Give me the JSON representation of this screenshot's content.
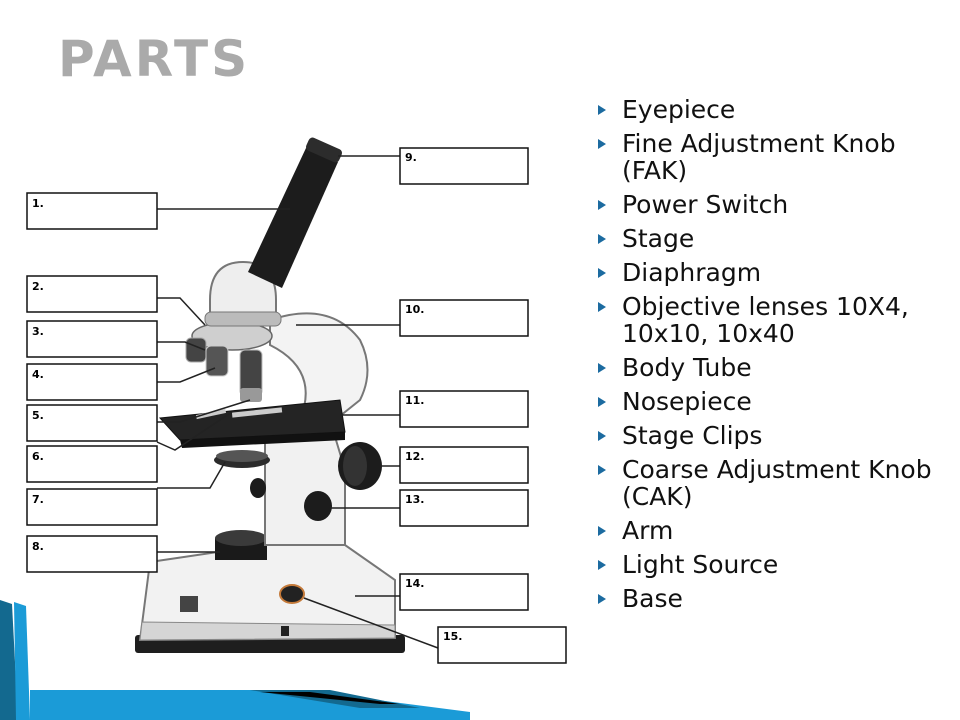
{
  "title": "PARTS",
  "colors": {
    "title": "#aaaaaa",
    "bullet": "#1c6ba0",
    "accent_bar": "#1b9bd7",
    "accent_bar_dark": "#13698f"
  },
  "label_boxes": [
    "1.",
    "2.",
    "3.",
    "4.",
    "5.",
    "6.",
    "7.",
    "8.",
    "9.",
    "10.",
    "11.",
    "12.",
    "13.",
    "14.",
    "15."
  ],
  "parts": [
    "Eyepiece",
    "Fine Adjustment Knob (FAK)",
    "Power Switch",
    "Stage",
    "Diaphragm",
    "Objective lenses 10X4, 10x10, 10x40",
    "Body Tube",
    "Nosepiece",
    "Stage Clips",
    "Coarse Adjustment Knob (CAK)",
    "Arm",
    "Light Source",
    "Base"
  ]
}
